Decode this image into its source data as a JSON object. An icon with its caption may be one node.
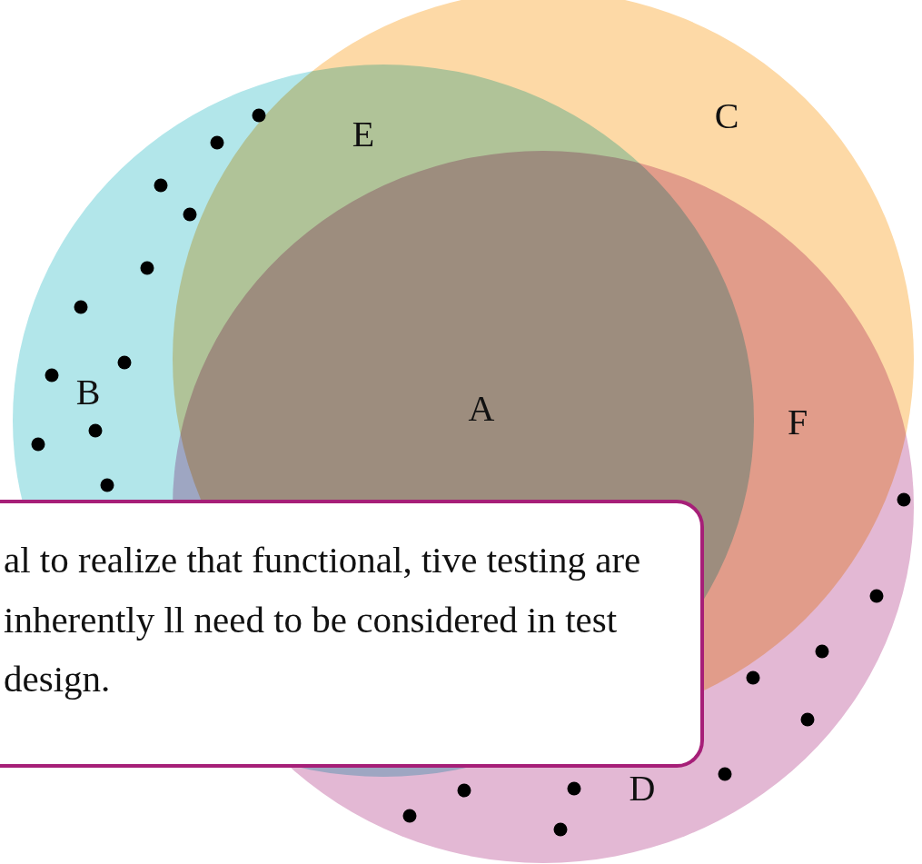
{
  "diagram": {
    "nodes": [
      {
        "text": [
          "B"
        ]
      },
      {
        "text": [
          "C"
        ]
      },
      {
        "text": [
          "D"
        ]
      },
      {
        "text": [
          "al to realize that functional, tive testing are inherently ll need to be considered in test design."
        ]
      }
    ],
    "labels": [
      "E",
      "A",
      "F"
    ]
  }
}
